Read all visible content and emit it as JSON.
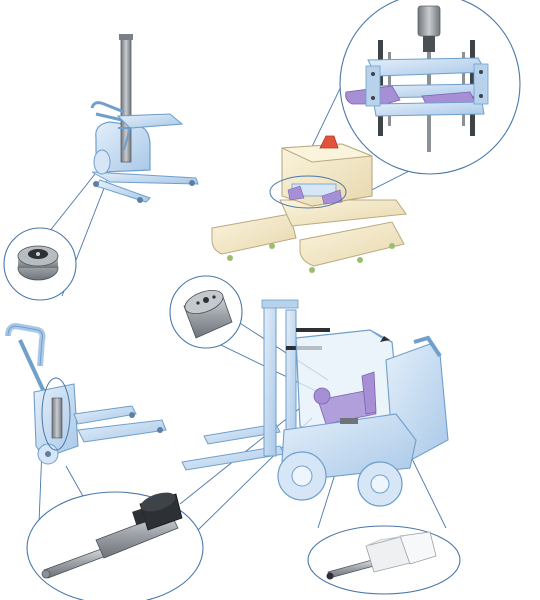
{
  "illustration": {
    "callout_stroke": "#4a78a8",
    "blueprint_fill": "#c9def3",
    "blueprint_stroke": "#6f9fcb",
    "machine_cream": "#f3e8c6",
    "machine_cream_stroke": "#b9a980",
    "gripper_purple": "#a78fd6",
    "actuator_gray": "#8c9198",
    "actuator_dark": "#2d3035",
    "warning_red": "#e2533a",
    "wheel_green": "#9bbd73",
    "subjects": [
      "column-lift-cart",
      "gripper-machine",
      "pallet-truck",
      "forklift",
      "linear-actuator",
      "rotary-actuator",
      "compact-actuator"
    ]
  }
}
